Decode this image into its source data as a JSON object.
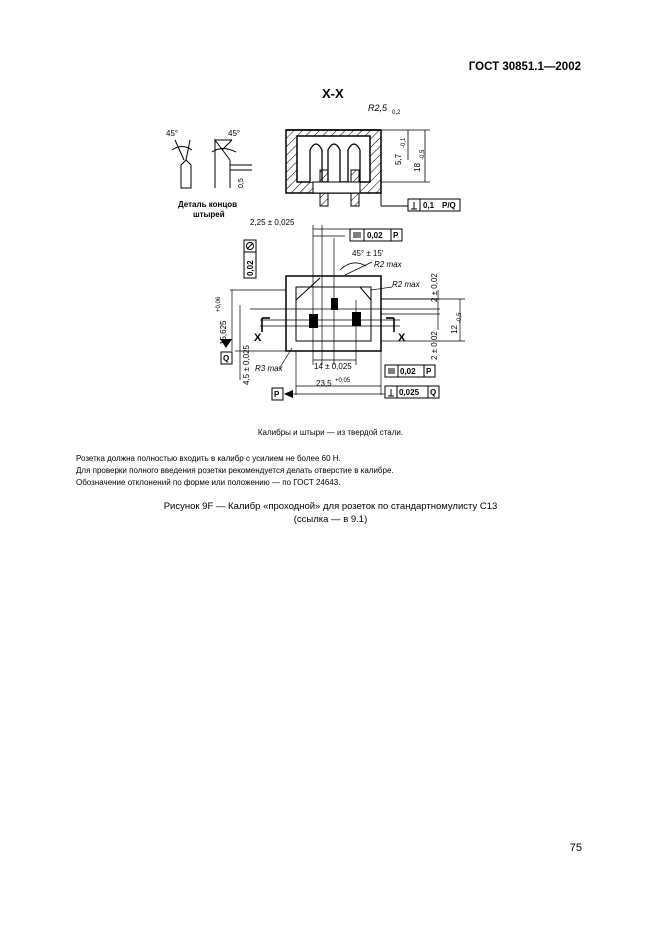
{
  "header": {
    "standard": "ГОСТ 30851.1—2002"
  },
  "drawing": {
    "section_label": "X-X",
    "radius_top": "R2,5",
    "radius_top_tol": "0,2",
    "dim_57": "5,7",
    "dim_57_tol": "-0,1",
    "dim_18": "18",
    "dim_18_tol": "-0,5",
    "angle_left": "45°",
    "angle_right": "45°",
    "dim_05": "0,5",
    "detail_caption_1": "Деталь концов",
    "detail_caption_2": "штырей",
    "perp_tol": "0,1",
    "perp_ref": "P/Q",
    "dim_225": "2,25 ± 0,025",
    "sym_tol": "0,02",
    "sym_ref": "P",
    "angle_45_15": "45° ± 15'",
    "r2max_1": "R2 max",
    "r2max_2": "R2 max",
    "pos_tol": "0,02",
    "dim_15625": "15,625",
    "dim_15625_tol": "+0,06",
    "datum_q": "Q",
    "dim_45": "4,5 ± 0,025",
    "r3max": "R3 max",
    "dim_14": "14 ± 0,025",
    "dim_235": "23,5",
    "dim_235_tol": "+0,05",
    "datum_p": "P",
    "section_mark_left": "X",
    "section_mark_right": "X",
    "dim_2_top": "2 ± 0,02",
    "dim_2_bot": "2 ± 0,02",
    "dim_12": "12",
    "dim_12_tol": "-0,5",
    "sym_tol_2": "0,02",
    "sym_ref_2": "P",
    "perp_tol_2": "0,025",
    "perp_ref_2": "Q"
  },
  "notes": {
    "material": "Калибры и штыри — из твердой стали.",
    "lines": [
      "Розетка должна полностью входить в калибр с усилием не более 60 Н.",
      "Для проверки полного введения розетки рекомендуется делать отверстие в калибре.",
      "Обозначение отклонений по форме или положению — по ГОСТ 24643."
    ]
  },
  "caption": {
    "line1": "Рисунок 9F — Калибр «проходной» для розеток по стандартномулисту С13",
    "line2": "(ссылка — в 9.1)"
  },
  "page_number": "75"
}
